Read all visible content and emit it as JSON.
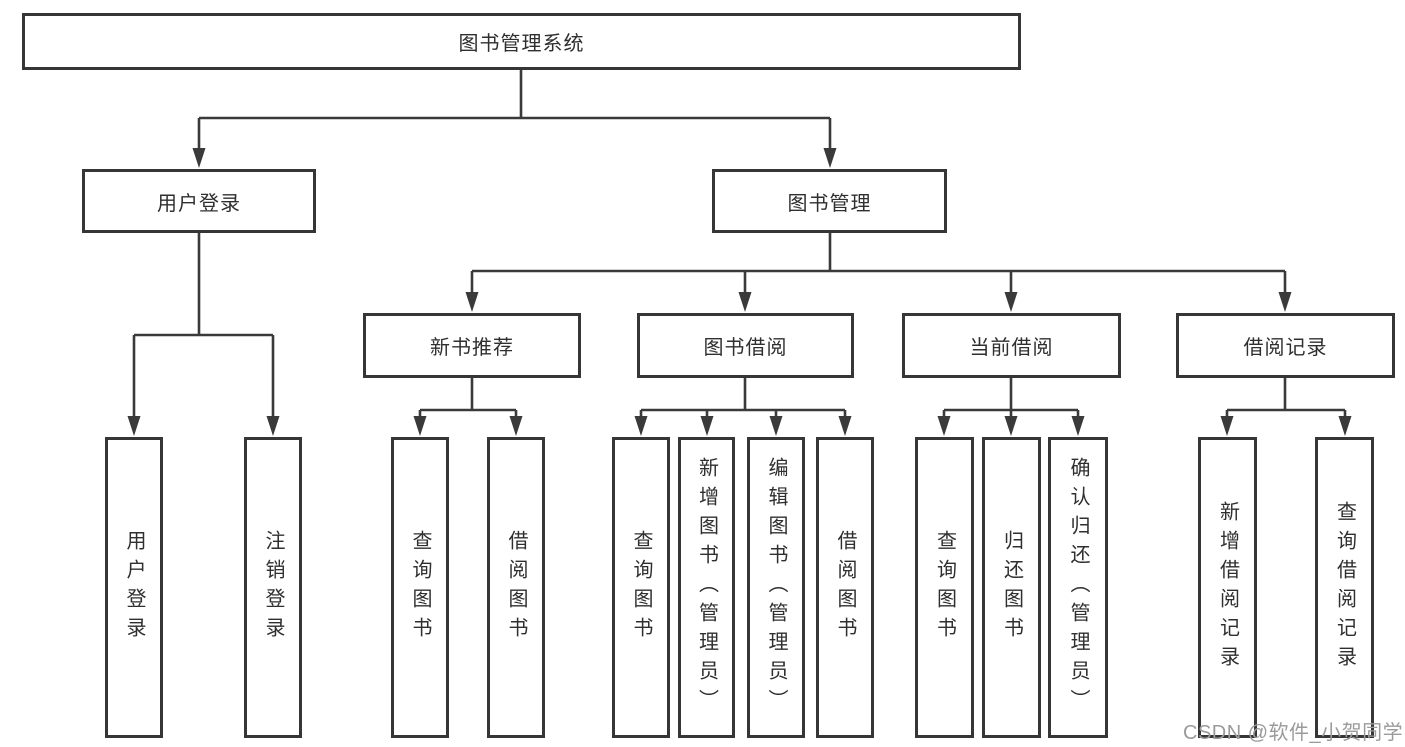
{
  "diagram": {
    "title": "图书管理系统",
    "watermark": "CSDN @软件_小贺同学",
    "colors": {
      "line": "#3a3a3a",
      "border": "#363636",
      "text": "#2f2f2f",
      "watermark": "#9b9b9b",
      "background": "#ffffff"
    },
    "tree": {
      "label": "图书管理系统",
      "children": [
        {
          "label": "用户登录",
          "children": [
            {
              "label": "用户登录"
            },
            {
              "label": "注销登录"
            }
          ]
        },
        {
          "label": "图书管理",
          "children": [
            {
              "label": "新书推荐",
              "children": [
                {
                  "label": "查询图书"
                },
                {
                  "label": "借阅图书"
                }
              ]
            },
            {
              "label": "图书借阅",
              "children": [
                {
                  "label": "查询图书"
                },
                {
                  "label": "新增图书（管理员）"
                },
                {
                  "label": "编辑图书（管理员）"
                },
                {
                  "label": "借阅图书"
                }
              ]
            },
            {
              "label": "当前借阅",
              "children": [
                {
                  "label": "查询图书"
                },
                {
                  "label": "归还图书"
                },
                {
                  "label": "确认归还（管理员）"
                }
              ]
            },
            {
              "label": "借阅记录",
              "children": [
                {
                  "label": "新增借阅记录"
                },
                {
                  "label": "查询借阅记录"
                }
              ]
            }
          ]
        }
      ]
    }
  }
}
